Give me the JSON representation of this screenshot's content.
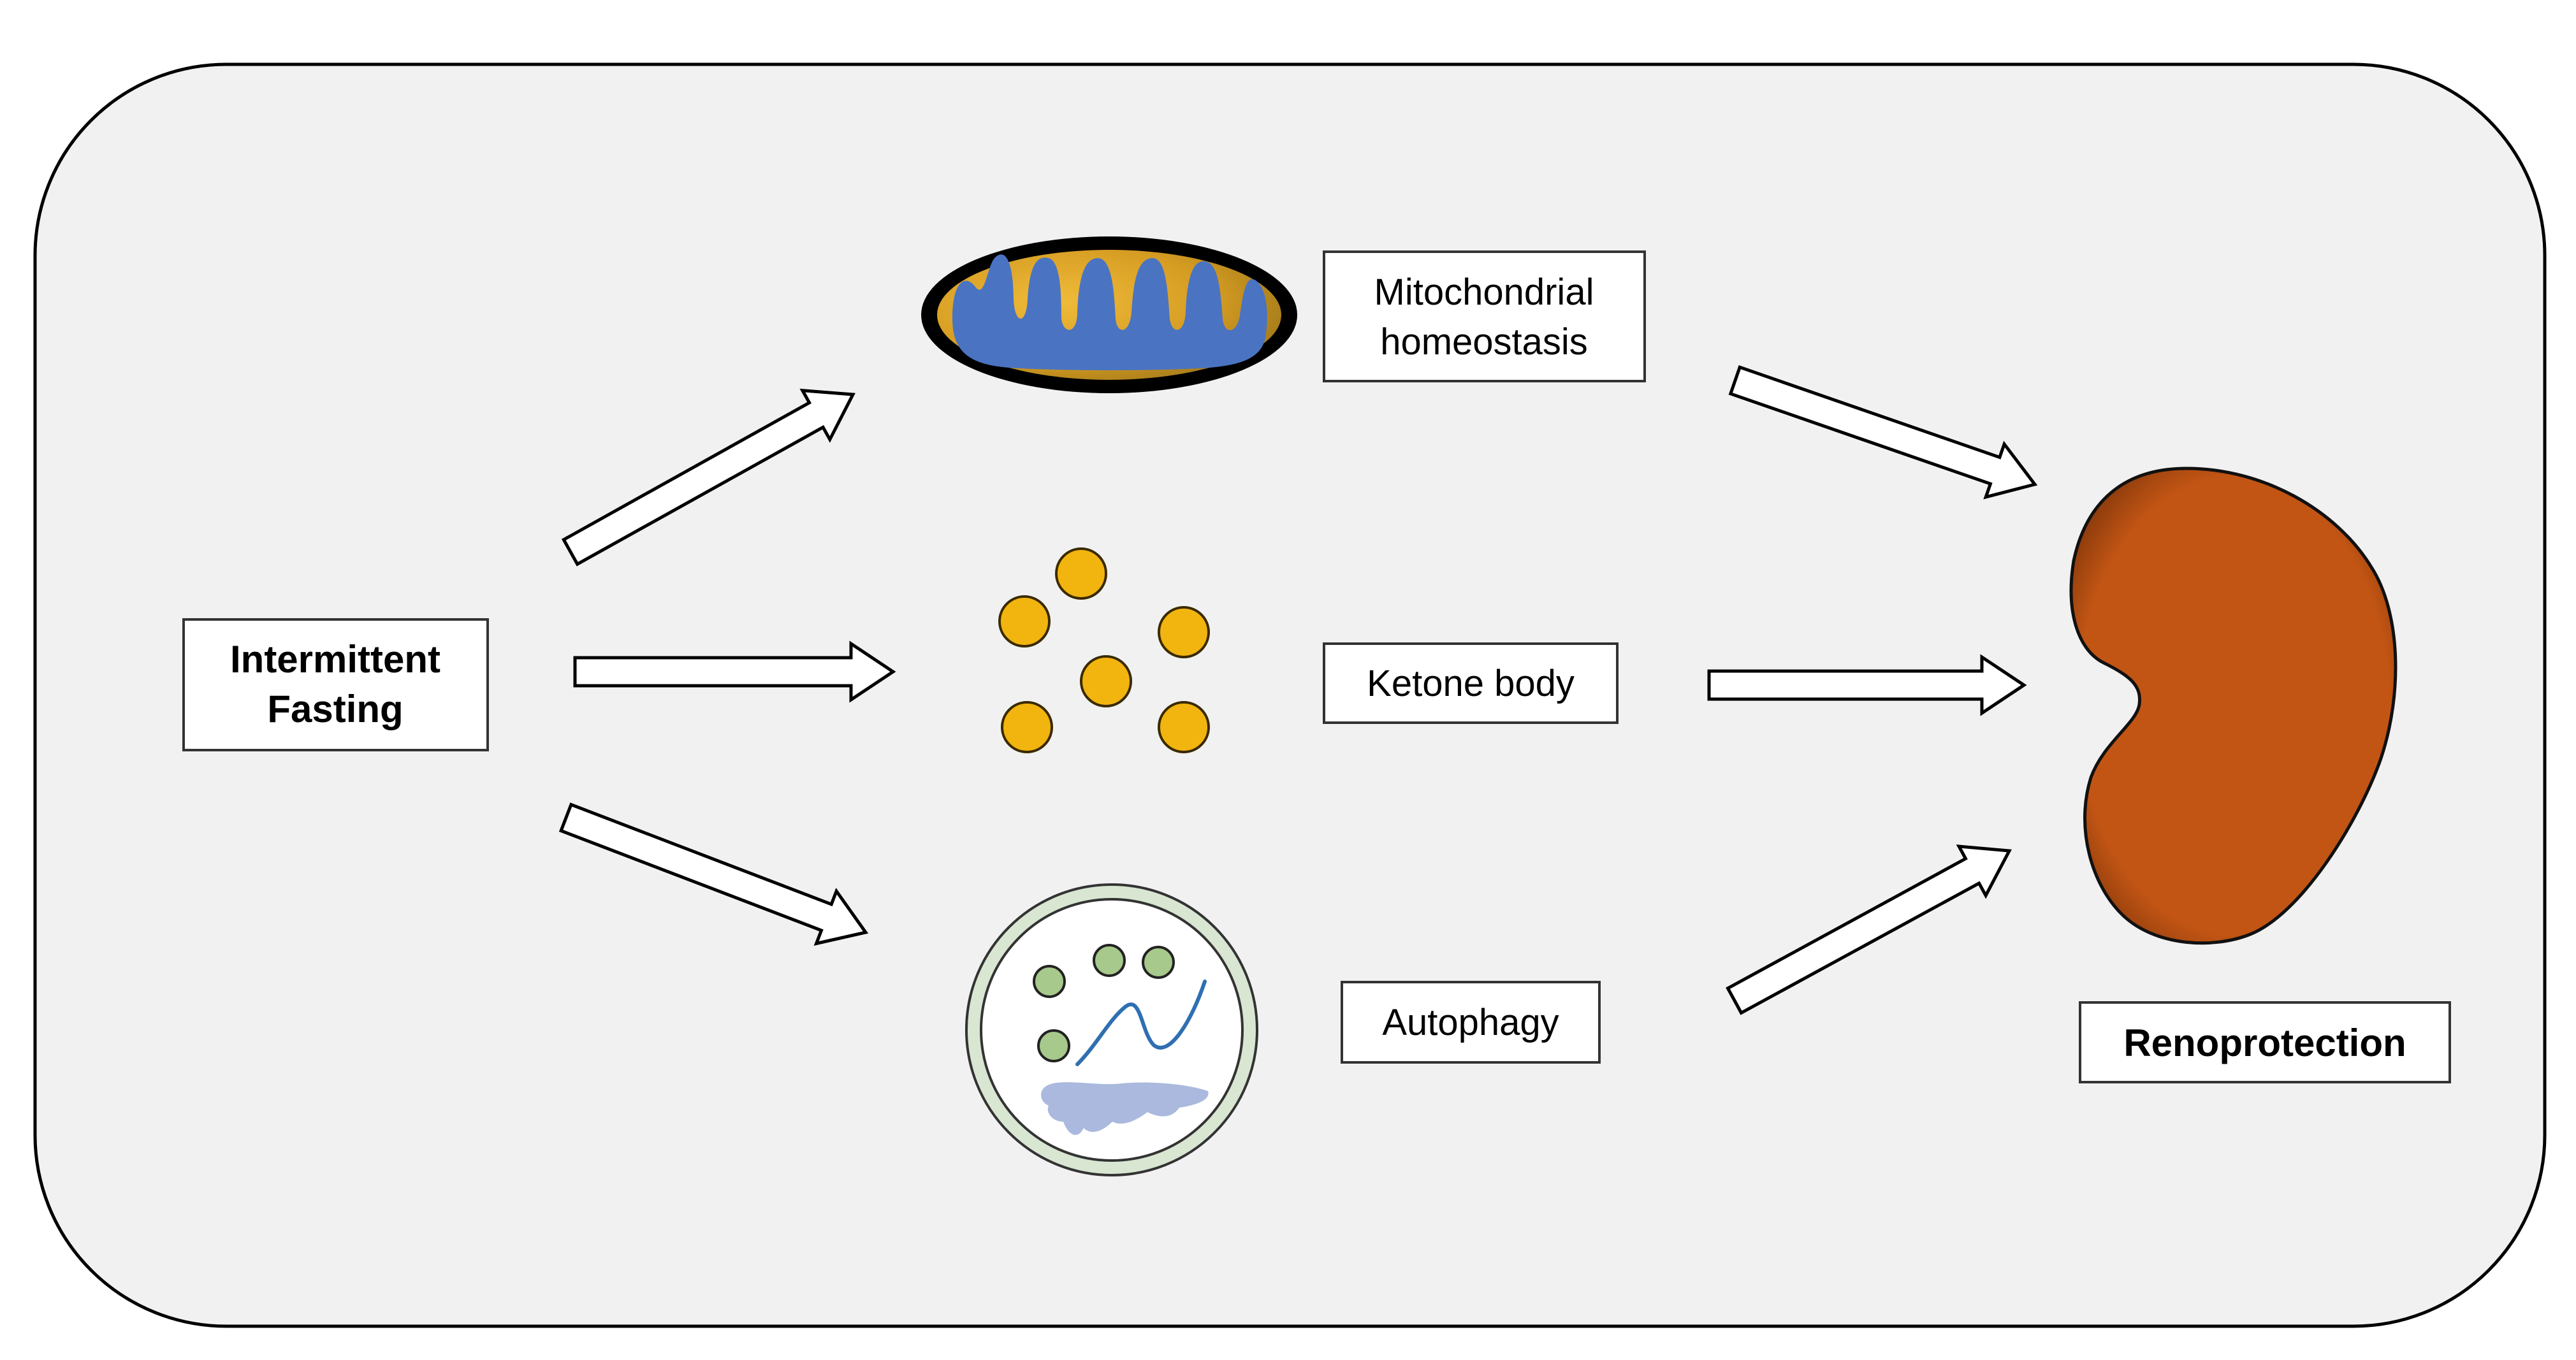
{
  "colors": {
    "panel_fill": "#f1f1f1",
    "panel_stroke": "#000000",
    "mitochondrion_outer": "#d7a22a",
    "mitochondrion_inner": "#4a73c2",
    "ketone": "#f2b40e",
    "autophagy_ring": "#d8e6d2",
    "autophagy_dots": "#a7c98b",
    "autophagy_strand": "#2f6fb1",
    "autophagy_membrane": "#aab9dd",
    "kidney": "#c25514"
  },
  "nodes": {
    "fasting": {
      "lines": [
        "Intermittent",
        "Fasting"
      ],
      "bold": true
    },
    "mito": {
      "lines": [
        "Mitochondrial",
        "homeostasis"
      ],
      "bold": false
    },
    "ketone": {
      "lines": [
        "Ketone body"
      ],
      "bold": false
    },
    "autophagy": {
      "lines": [
        "Autophagy"
      ],
      "bold": false
    },
    "reno": {
      "lines": [
        "Renoprotection"
      ],
      "bold": true
    }
  },
  "icons": {
    "mito": "mitochondrion-icon",
    "ketone": "ketone-bodies-icon",
    "autophagy": "autophagosome-icon",
    "kidney": "kidney-icon"
  },
  "edges": [
    {
      "from": "fasting",
      "to": "mito"
    },
    {
      "from": "fasting",
      "to": "ketone"
    },
    {
      "from": "fasting",
      "to": "autophagy"
    },
    {
      "from": "mito",
      "to": "reno"
    },
    {
      "from": "ketone",
      "to": "reno"
    },
    {
      "from": "autophagy",
      "to": "reno"
    }
  ]
}
